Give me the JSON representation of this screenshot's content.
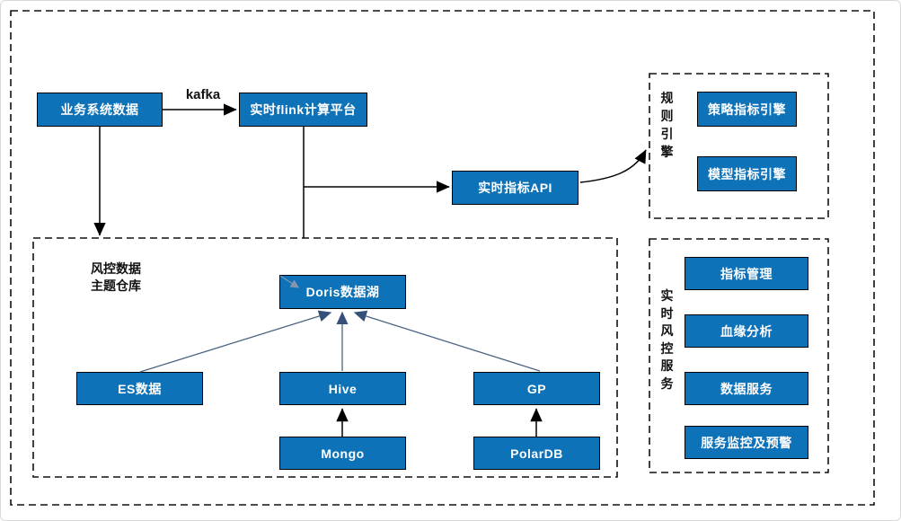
{
  "diagram": {
    "title": "realtime-risk-control-architecture",
    "top_flow": {
      "business_data": "业务系统数据",
      "kafka_label": "kafka",
      "flink_platform": "实时flink计算平台",
      "realtime_api": "实时指标API"
    },
    "rule_engine": {
      "group_label": "规则引擎",
      "strategy_engine": "策略指标引擎",
      "model_engine": "模型指标引擎"
    },
    "warehouse": {
      "group_label_line1": "风控数据",
      "group_label_line2": "主题仓库",
      "doris": "Doris数据湖",
      "es": "ES数据",
      "hive": "Hive",
      "gp": "GP",
      "mongo": "Mongo",
      "polardb": "PolarDB"
    },
    "services": {
      "group_label": "实时风控服务",
      "metric_mgmt": "指标管理",
      "lineage": "血缘分析",
      "data_service": "数据服务",
      "monitor_alert": "服务监控及预警"
    },
    "colors": {
      "node_fill": "#0e72b8",
      "node_border": "#000000",
      "node_text": "#ffffff",
      "black_arrow": "#000000",
      "steel_arrow": "#4a6584",
      "steel_arrowhead": "#35517a",
      "gray_arrow": "#8695aa",
      "dashed_border": "#111111"
    }
  }
}
